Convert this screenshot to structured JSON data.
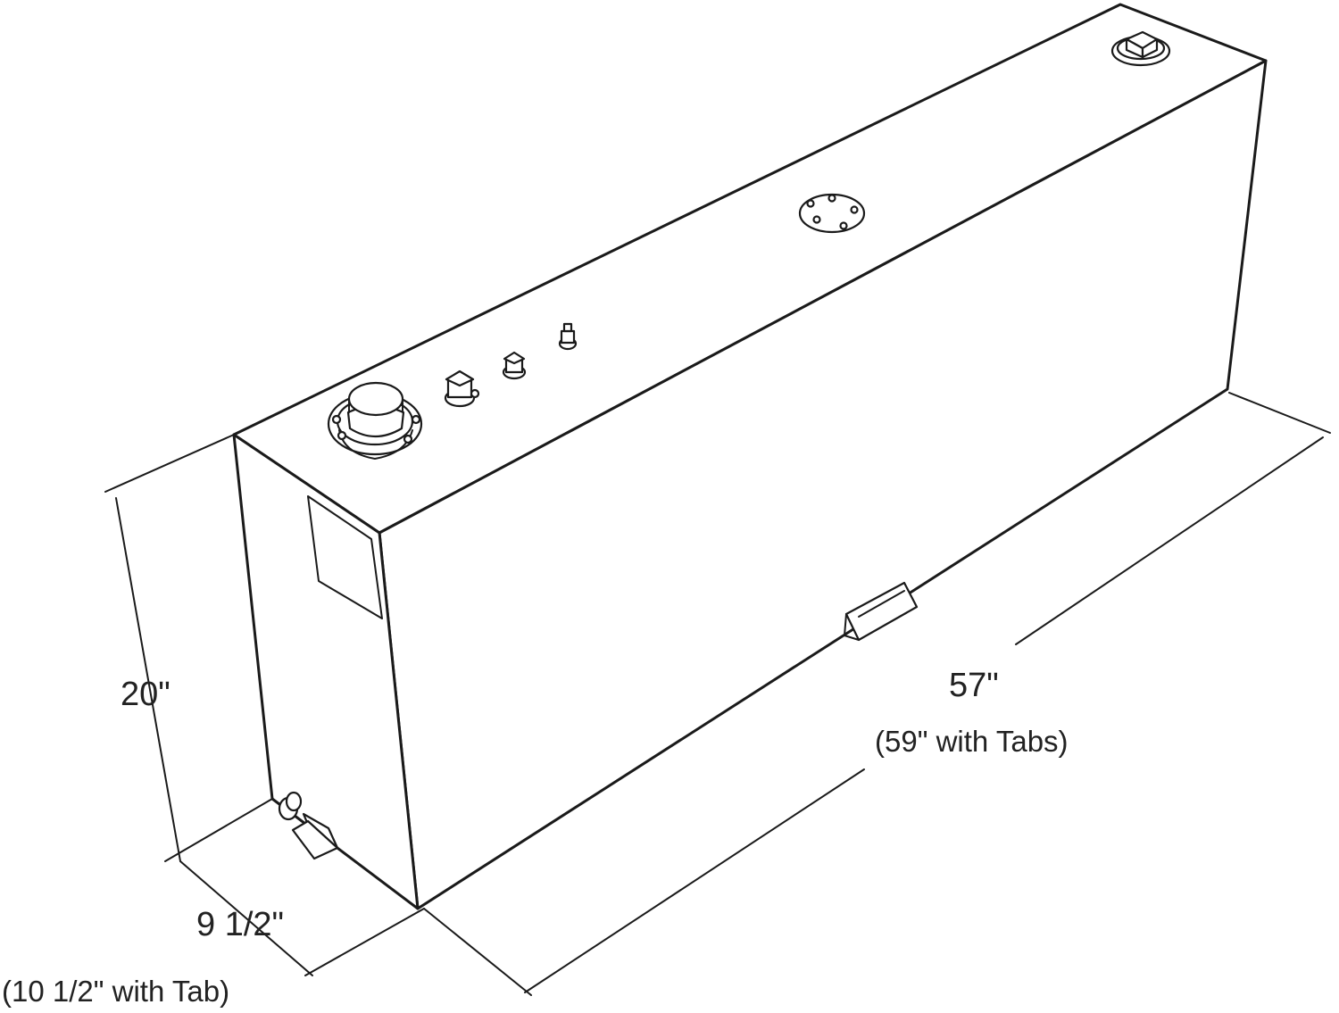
{
  "dimensions": {
    "height": {
      "value": "20\""
    },
    "depth": {
      "value": "9 1/2\"",
      "note": "(10 1/2\" with Tab)"
    },
    "length": {
      "value": "57\"",
      "note": "(59\" with Tabs)"
    }
  },
  "colors": {
    "line": "#1a1a1a",
    "text": "#222222",
    "background": "#ffffff"
  }
}
